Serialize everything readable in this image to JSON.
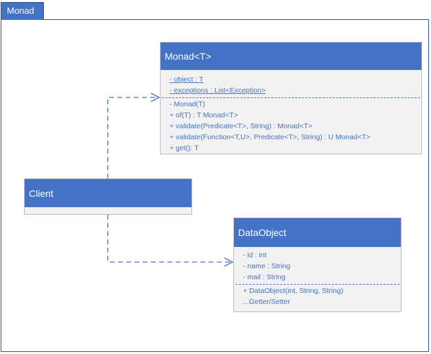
{
  "frame": {
    "title": "Monad"
  },
  "classes": {
    "monad": {
      "name": "Monad<T>",
      "fields": [
        "- object : T",
        "- exceptions : List<Exception>"
      ],
      "methods": [
        "- Monad(T)",
        "+ of(T) : T Monad<T>",
        "+ validate(Predicate<T>, String) : Monad<T>",
        "+ validate(Function<T,U>, Predicate<T>, String) : U Monad<T>",
        "+ get(): T"
      ]
    },
    "client": {
      "name": "Client"
    },
    "dataobject": {
      "name": "DataObject",
      "fields": [
        "- id : int",
        "- name : String",
        "- mail : String"
      ],
      "methods": [
        "+ DataObject(int, String, String)",
        "...Getter/Setter"
      ]
    }
  },
  "colors": {
    "accent": "#4472c4",
    "box": "#f2f2f2",
    "border": "#b9b9b9"
  }
}
